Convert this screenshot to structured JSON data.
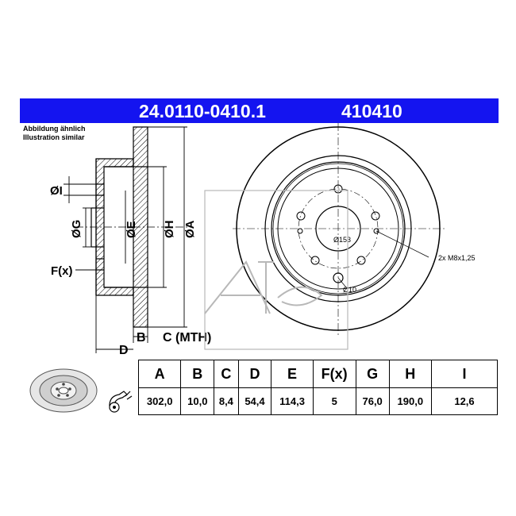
{
  "header": {
    "part_number": "24.0110-0410.1",
    "code": "410410"
  },
  "note": {
    "line1": "Abbildung ähnlich",
    "line2": "Illustration similar"
  },
  "drawing": {
    "labels": {
      "I": "ØI",
      "G": "ØG",
      "E": "ØE",
      "H": "ØH",
      "A": "ØA",
      "F": "F(x)",
      "B": "B",
      "C": "C (MTH)",
      "D": "D",
      "pcd": "Ø153",
      "hole": "Ø10",
      "thread": "2x M8x1,25"
    },
    "icons": {
      "logo": "ate-logo-watermark",
      "disc_thumb": "brake-disc-icon",
      "caliper_thumb": "caliper-icon"
    }
  },
  "table": {
    "headers": [
      "A",
      "B",
      "C",
      "D",
      "E",
      "F(x)",
      "G",
      "H",
      "I"
    ],
    "values": [
      "302,0",
      "10,0",
      "8,4",
      "54,4",
      "114,3",
      "5",
      "76,0",
      "190,0",
      "12,6"
    ]
  },
  "colors": {
    "header_bg": "#1414f0",
    "header_text": "#ffffff"
  }
}
